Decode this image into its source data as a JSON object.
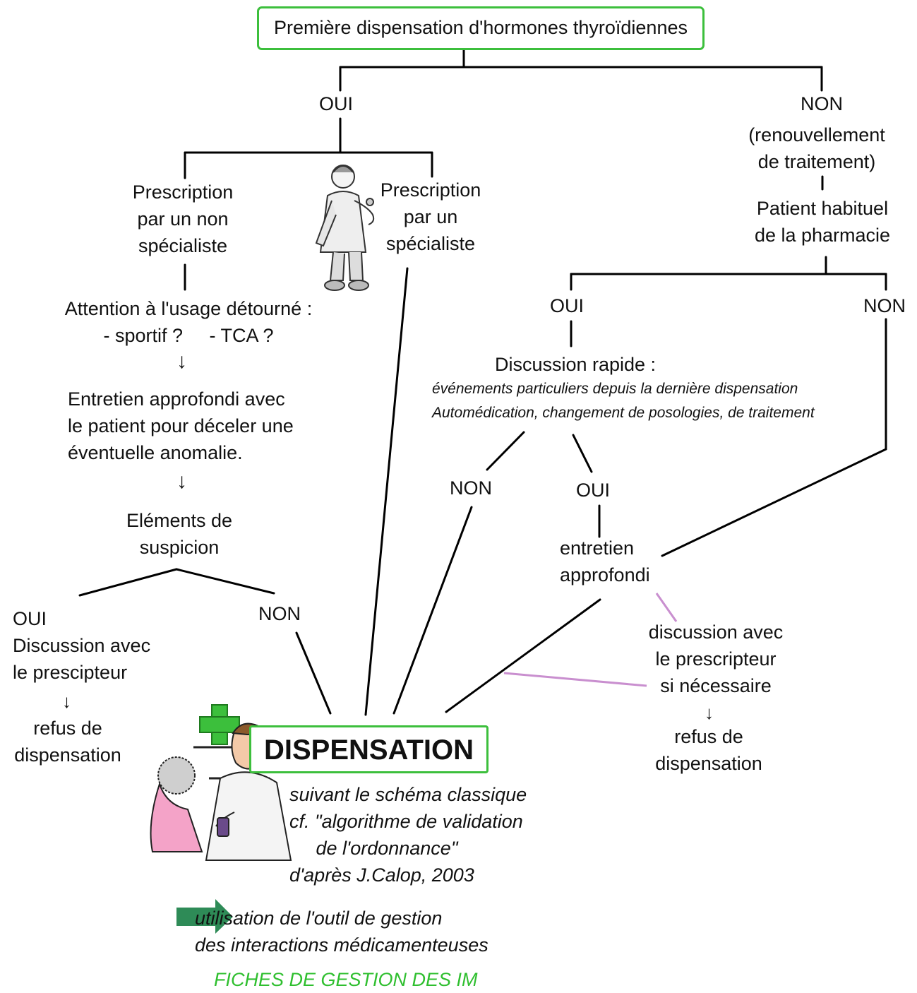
{
  "title": "Première dispensation d'hormones thyroïdiennes",
  "branches": {
    "oui": "OUI",
    "non": "NON",
    "non_detail": "(renouvellement\nde traitement)"
  },
  "left": {
    "prescription_non_specialiste": "Prescription\npar un non\nspécialiste",
    "prescription_specialiste": "Prescription\npar un\nspécialiste",
    "attention": "Attention à l'usage détourné :\n- sportif ?     - TCA ?",
    "entretien": "Entretien approfondi avec\nle patient pour déceler une\néventuelle anomalie.",
    "elements": "Eléments de\nsuspicion",
    "oui_discussion": "OUI\nDiscussion avec\nle prescipteur",
    "non": "NON",
    "refus": "refus de\ndispensation"
  },
  "right": {
    "patient_habituel": "Patient habituel\nde la pharmacie",
    "oui": "OUI",
    "non": "NON",
    "discussion_rapide": "Discussion rapide :",
    "discussion_detail": "événements particuliers depuis la dernière dispensation\nAutomédication, changement de posologies, de traitement",
    "non2": "NON",
    "oui2": "OUI",
    "entretien": "entretien\napprofondi",
    "discussion_prescripteur": "discussion avec\nle prescripteur\nsi nécessaire",
    "refus": "refus de\ndispensation"
  },
  "dispensation": "DISPENSATION",
  "dispensation_note": "suivant le schéma classique\ncf. \"algorithme de validation\n     de l'ordonnance\"\nd'après J.Calop, 2003",
  "interactions_note": "utilisation de l'outil de gestion\ndes interactions médicamenteuses",
  "fiches": "FICHES DE GESTION DES IM",
  "colors": {
    "box_border": "#3cbf3c",
    "fiches_text": "#2fbf2f",
    "arrow_fill": "#2e8b57",
    "pink_line": "#c98fcf",
    "pharmacy_cross": "#3cbf3c"
  }
}
